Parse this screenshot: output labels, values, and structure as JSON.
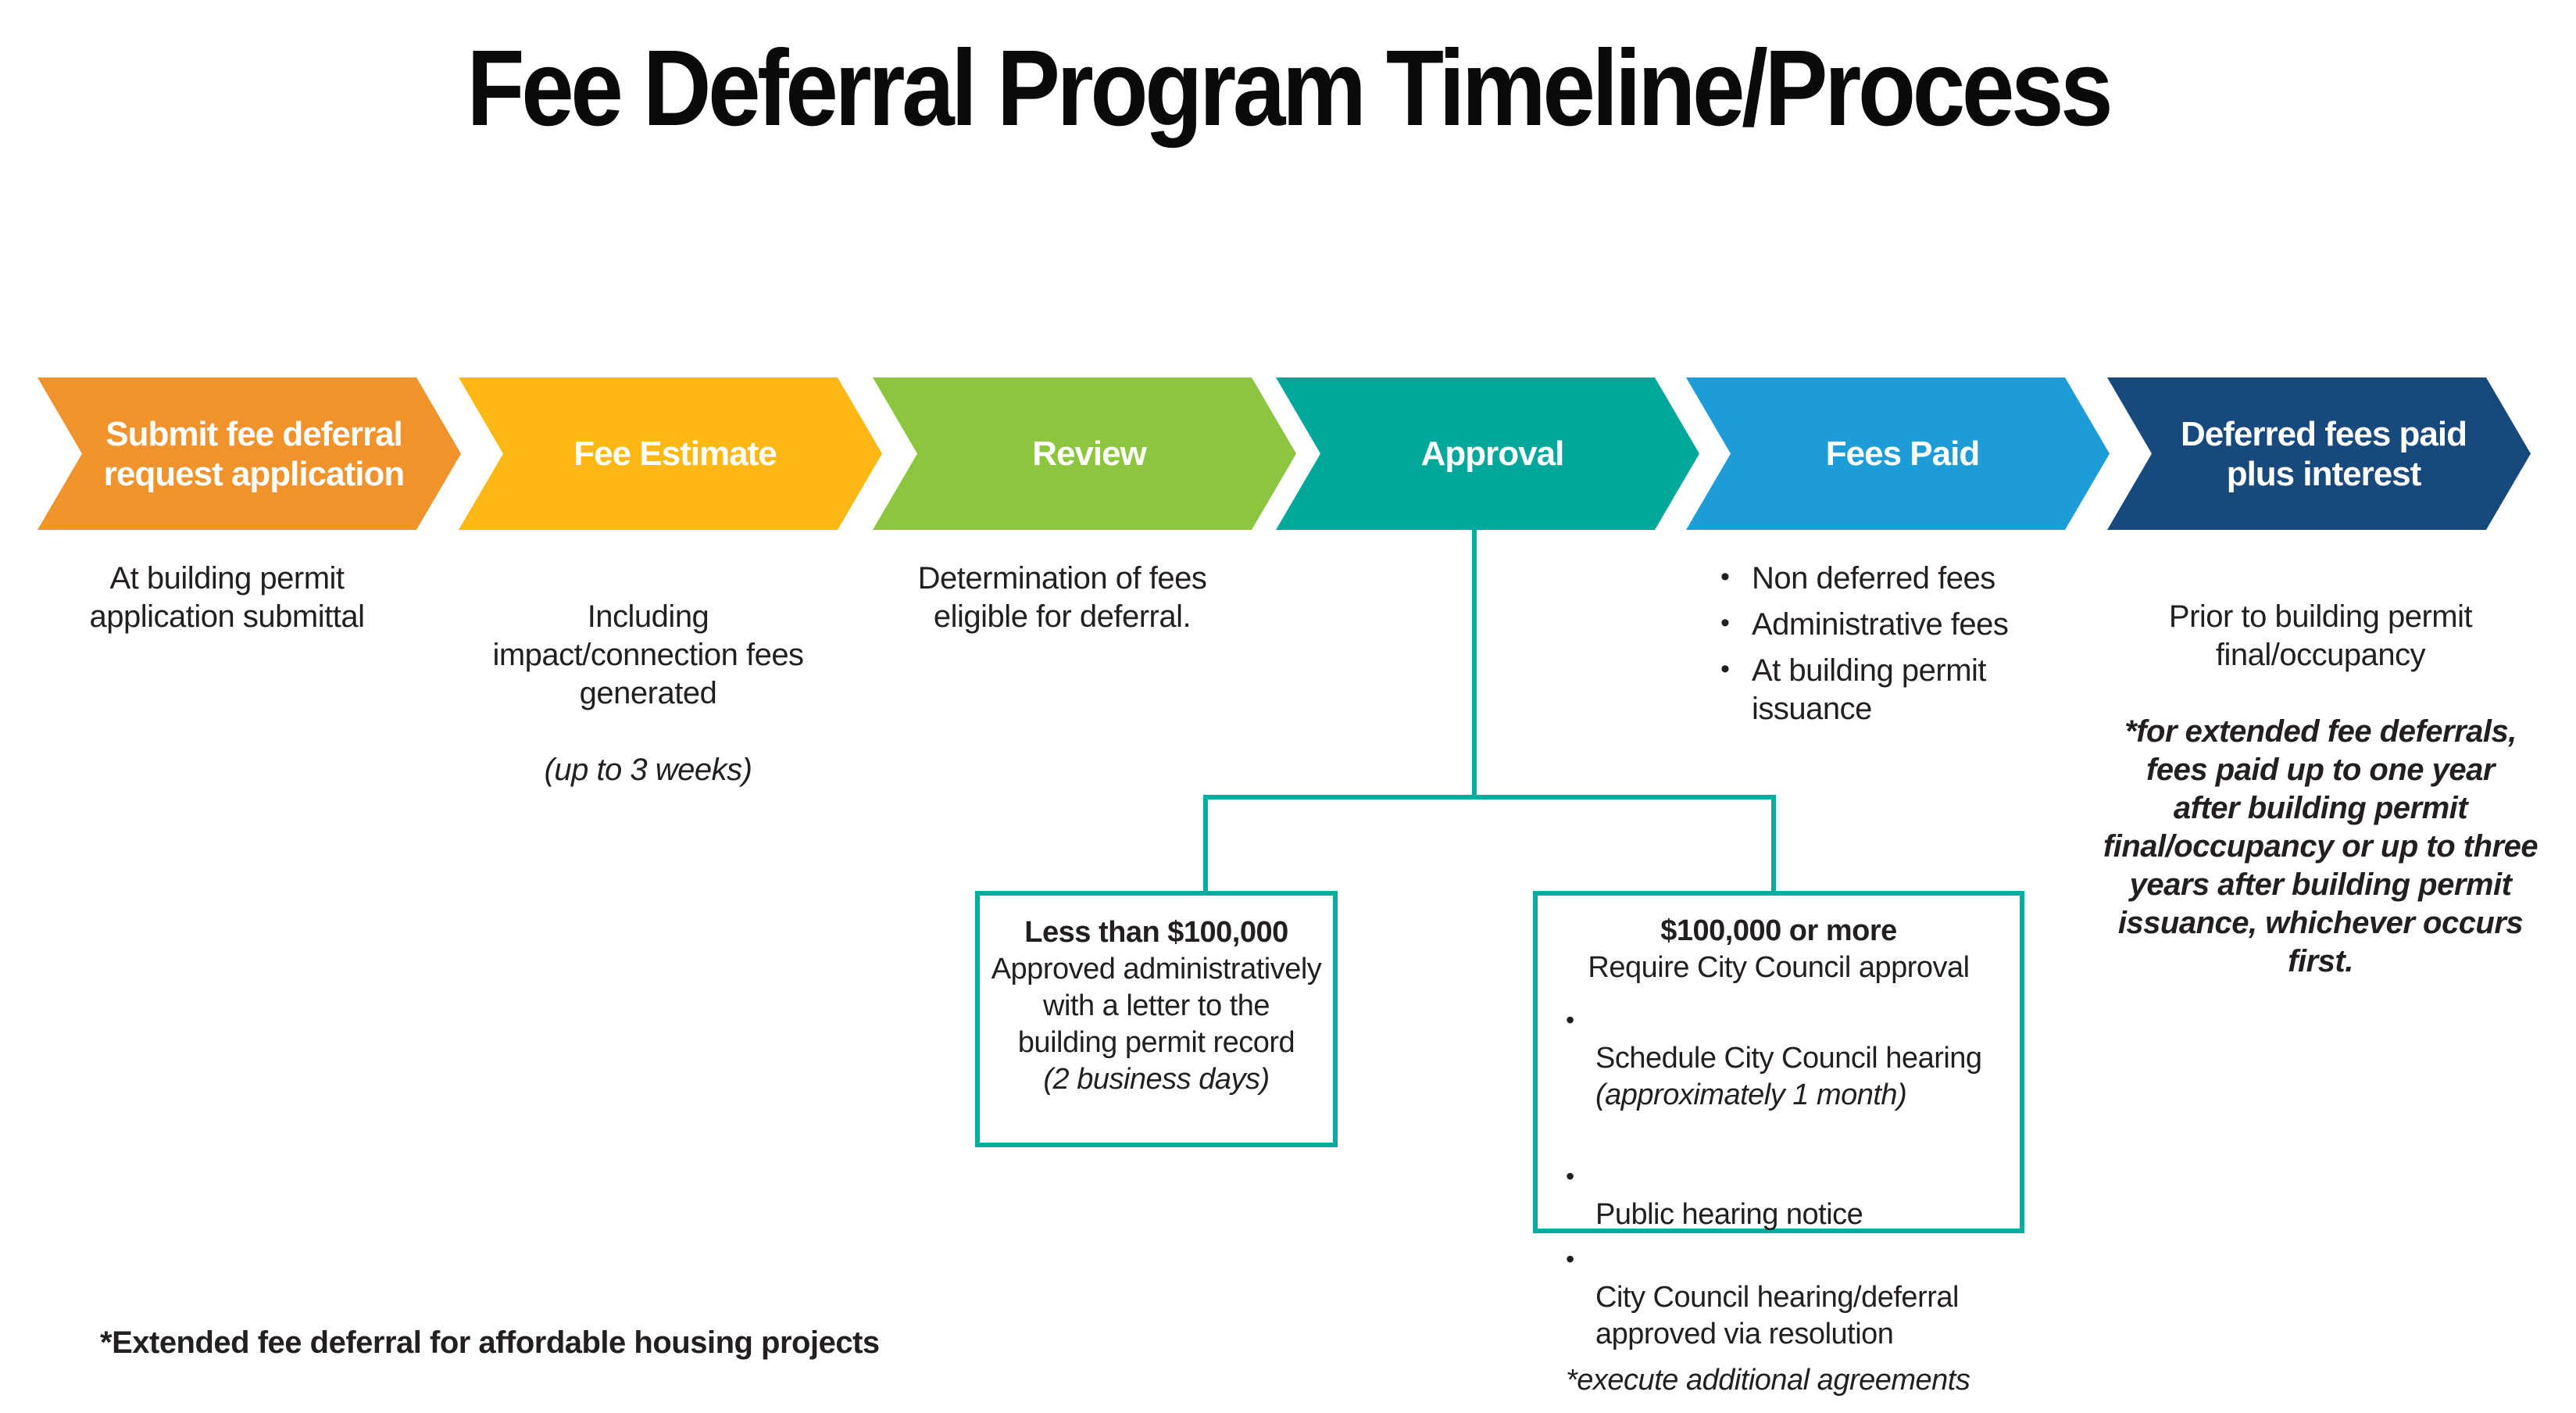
{
  "title": "Fee Deferral Program Timeline/Process",
  "colors": {
    "step_orange": "#F0932D",
    "step_yellow": "#FDB813",
    "step_green": "#8CC63F",
    "step_teal": "#00A79B",
    "step_blue": "#1E9CD7",
    "step_navy": "#17497D",
    "connector_teal": "#00AE9F",
    "text": "#231F20"
  },
  "steps": [
    {
      "label": "Submit fee deferral\nrequest application",
      "color": "#F0932D",
      "description": "At building permit\napplication submittal"
    },
    {
      "label": "Fee Estimate",
      "color": "#FDB813",
      "description": "Including\nimpact/connection fees\ngenerated",
      "description_note": "(up to 3 weeks)"
    },
    {
      "label": "Review",
      "color": "#8CC63F",
      "description": "Determination of fees\neligible for deferral."
    },
    {
      "label": "Approval",
      "color": "#00A79B"
    },
    {
      "label": "Fees Paid",
      "color": "#1E9CD7",
      "bullets": [
        "Non deferred fees",
        "Administrative fees",
        "At building permit\nissuance"
      ]
    },
    {
      "label": "Deferred fees paid\nplus interest",
      "color": "#17497D",
      "description": "Prior to building permit\nfinal/occupancy",
      "description_note": "*for extended fee deferrals,\nfees paid up to one year\nafter building permit\nfinal/occupancy or up to three\nyears after building permit\nissuance, whichever occurs first."
    }
  ],
  "approval_branch": {
    "less_than": {
      "title": "Less than $100,000",
      "body": "Approved administratively\nwith a letter to the\nbuilding permit record",
      "note": "(2 business days)"
    },
    "more_than": {
      "title": "$100,000 or more",
      "subtitle": "Require City Council approval",
      "bullets": [
        {
          "text": "Schedule City Council hearing",
          "note": "(approximately 1 month)"
        },
        {
          "text": "Public hearing notice"
        },
        {
          "text": "City Council hearing/deferral\napproved via resolution"
        }
      ],
      "footnote": "*execute additional agreements"
    }
  },
  "footnote": "*Extended fee deferral for affordable housing projects"
}
